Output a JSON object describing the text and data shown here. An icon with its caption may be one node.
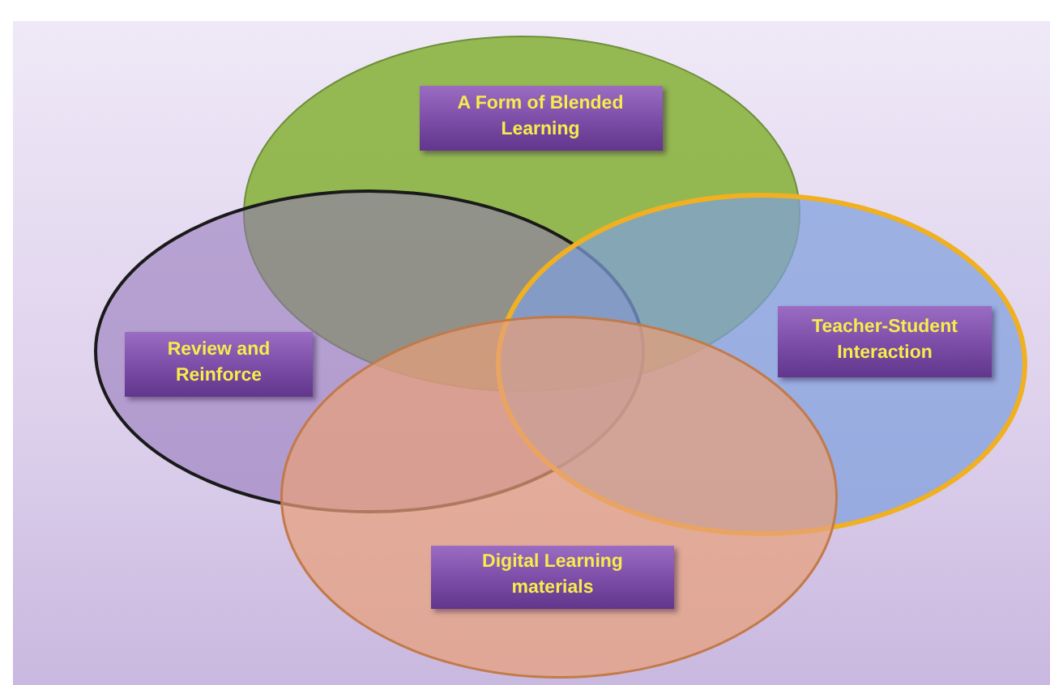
{
  "diagram": {
    "nodes": [
      {
        "text": [],
        "shape": "ellipse"
      },
      {
        "text": [
          "A Form of Blended Learning"
        ],
        "in": 0
      },
      {
        "text": [],
        "shape": "ellipse"
      },
      {
        "text": [
          "Review and Reinforce"
        ],
        "in": 2
      },
      {
        "text": [],
        "shape": "ellipse"
      },
      {
        "text": [
          "Teacher-Student Interaction"
        ],
        "in": 4
      },
      {
        "text": [],
        "shape": "ellipse"
      },
      {
        "text": [
          "Digital Learning materials"
        ],
        "in": 6
      }
    ]
  }
}
